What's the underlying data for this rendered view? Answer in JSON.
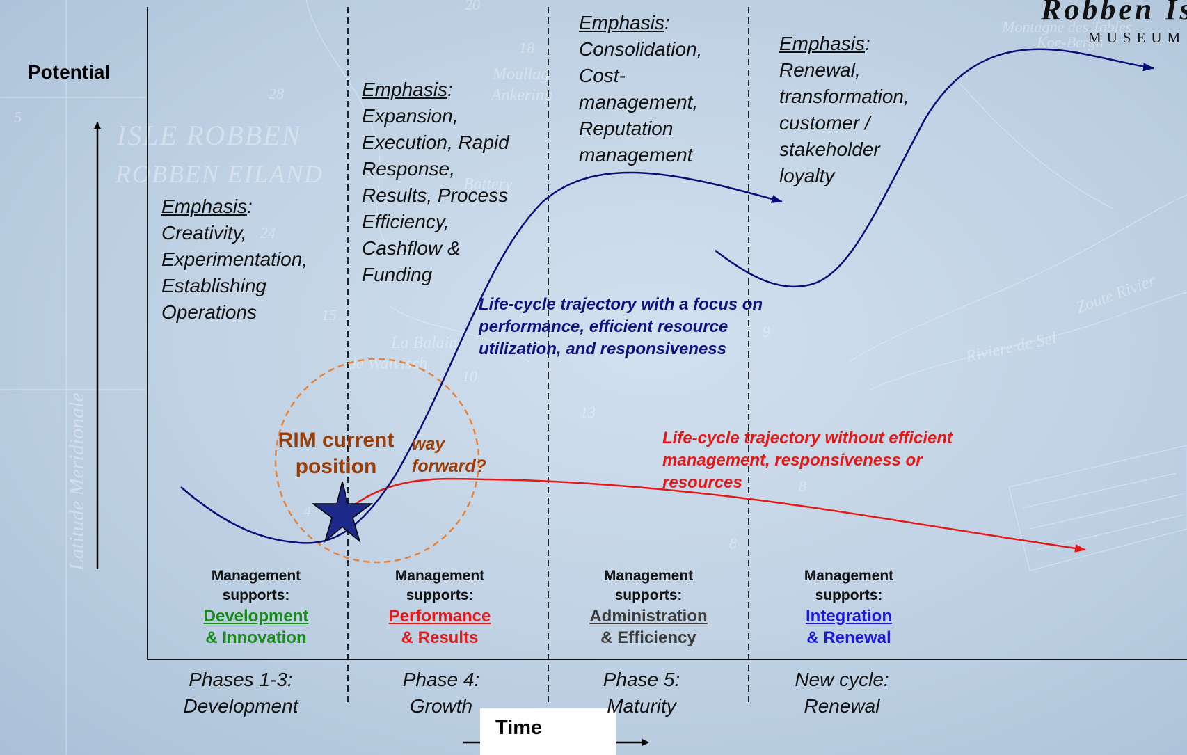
{
  "axes": {
    "y_label": "Potential",
    "x_label": "Time"
  },
  "logo": {
    "name": "Robben Isl",
    "sub": "MUSEUM"
  },
  "background_map": {
    "labels": [
      "ISLE ROBBEN",
      "ROBBEN EILAND",
      "Moullag",
      "Ankering",
      "Battery",
      "La Balaine",
      "de Walvisch",
      "Latitude Meridionale",
      "Riviere de Sel",
      "Zoute Rivier",
      "Montagne des Tables",
      "Koe-Bergh"
    ],
    "numbers": [
      "28",
      "18",
      "20",
      "24",
      "15",
      "9",
      "10",
      "13",
      "8",
      "8",
      "4",
      "5"
    ]
  },
  "phases": [
    {
      "line1": "Phases 1-3:",
      "line2": "Development"
    },
    {
      "line1": "Phase 4:",
      "line2": "Growth"
    },
    {
      "line1": "Phase 5:",
      "line2": "Maturity"
    },
    {
      "line1": "New cycle:",
      "line2": "Renewal"
    }
  ],
  "emphasis": [
    {
      "heading": "Emphasis",
      "lines": [
        "Creativity,",
        "Experimentation,",
        "Establishing",
        "Operations"
      ]
    },
    {
      "heading": "Emphasis",
      "lines": [
        "Expansion,",
        "Execution, Rapid",
        "Response,",
        "Results, Process",
        "Efficiency,",
        "Cashflow &",
        "Funding"
      ]
    },
    {
      "heading": "Emphasis",
      "lines": [
        "Consolidation,",
        "Cost-",
        "management,",
        "Reputation",
        "management"
      ]
    },
    {
      "heading": "Emphasis",
      "lines": [
        "Renewal,",
        "transformation,",
        "customer /",
        "stakeholder",
        "loyalty"
      ]
    }
  ],
  "management": [
    {
      "line1": "Management",
      "line2": "supports:",
      "keyword": "Development",
      "rest": "& Innovation",
      "color": "#1a8a1a"
    },
    {
      "line1": "Management",
      "line2": "supports:",
      "keyword": "Performance",
      "rest": "& Results",
      "color": "#e31b1b"
    },
    {
      "line1": "Management",
      "line2": "supports:",
      "keyword": "Administration",
      "rest": "& Efficiency",
      "color": "#3d3d3d"
    },
    {
      "line1": "Management",
      "line2": "supports:",
      "keyword": "Integration",
      "rest": "& Renewal",
      "color": "#1a1ad8"
    }
  ],
  "annotations": {
    "current_position": {
      "line1": "RIM current",
      "line2": "position",
      "color": "#9a3d06"
    },
    "way_forward": {
      "line1": "way",
      "line2": "forward?",
      "color": "#9a3d06"
    },
    "blue_trajectory": {
      "lines": [
        "Life-cycle trajectory with a focus on",
        "performance, efficient resource",
        "utilization, and responsiveness"
      ],
      "color": "#10107e"
    },
    "red_trajectory": {
      "lines": [
        "Life-cycle trajectory without efficient",
        "management, responsiveness or",
        "resources"
      ],
      "color": "#e51818"
    }
  },
  "colors": {
    "blue_curve": "#0b0b7a",
    "red_curve": "#e51818",
    "circle": "#e8833a",
    "star": "#1d2a8a"
  }
}
